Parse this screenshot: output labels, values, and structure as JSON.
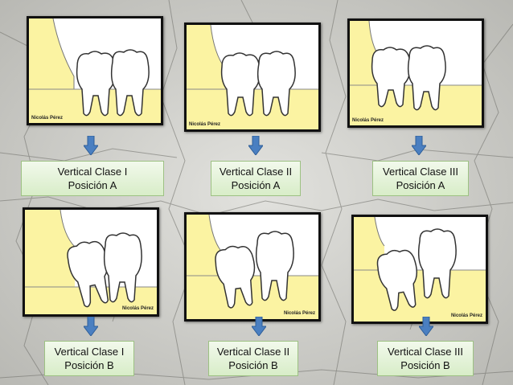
{
  "credit": "Nicolás Pérez",
  "colors": {
    "bone": "#fbf3a2",
    "tooth": "#ffffff",
    "arrow": "#4a7fc1",
    "label_bg": "#e6f3dc",
    "label_border": "#9dc183"
  },
  "diagrams": [
    {
      "line1": "Vertical Clase I",
      "line2": "Posición A",
      "credit_position": "bottom-left"
    },
    {
      "line1": "Vertical Clase II",
      "line2": "Posición A",
      "credit_position": "bottom-left"
    },
    {
      "line1": "Vertical Clase III",
      "line2": "Posición A",
      "credit_position": "bottom-left"
    },
    {
      "line1": "Vertical Clase I",
      "line2": "Posición B",
      "credit_position": "bottom-right"
    },
    {
      "line1": "Vertical Clase II",
      "line2": "Posición B",
      "credit_position": "bottom-right"
    },
    {
      "line1": "Vertical Clase III",
      "line2": "Posición B",
      "credit_position": "bottom-right"
    }
  ]
}
